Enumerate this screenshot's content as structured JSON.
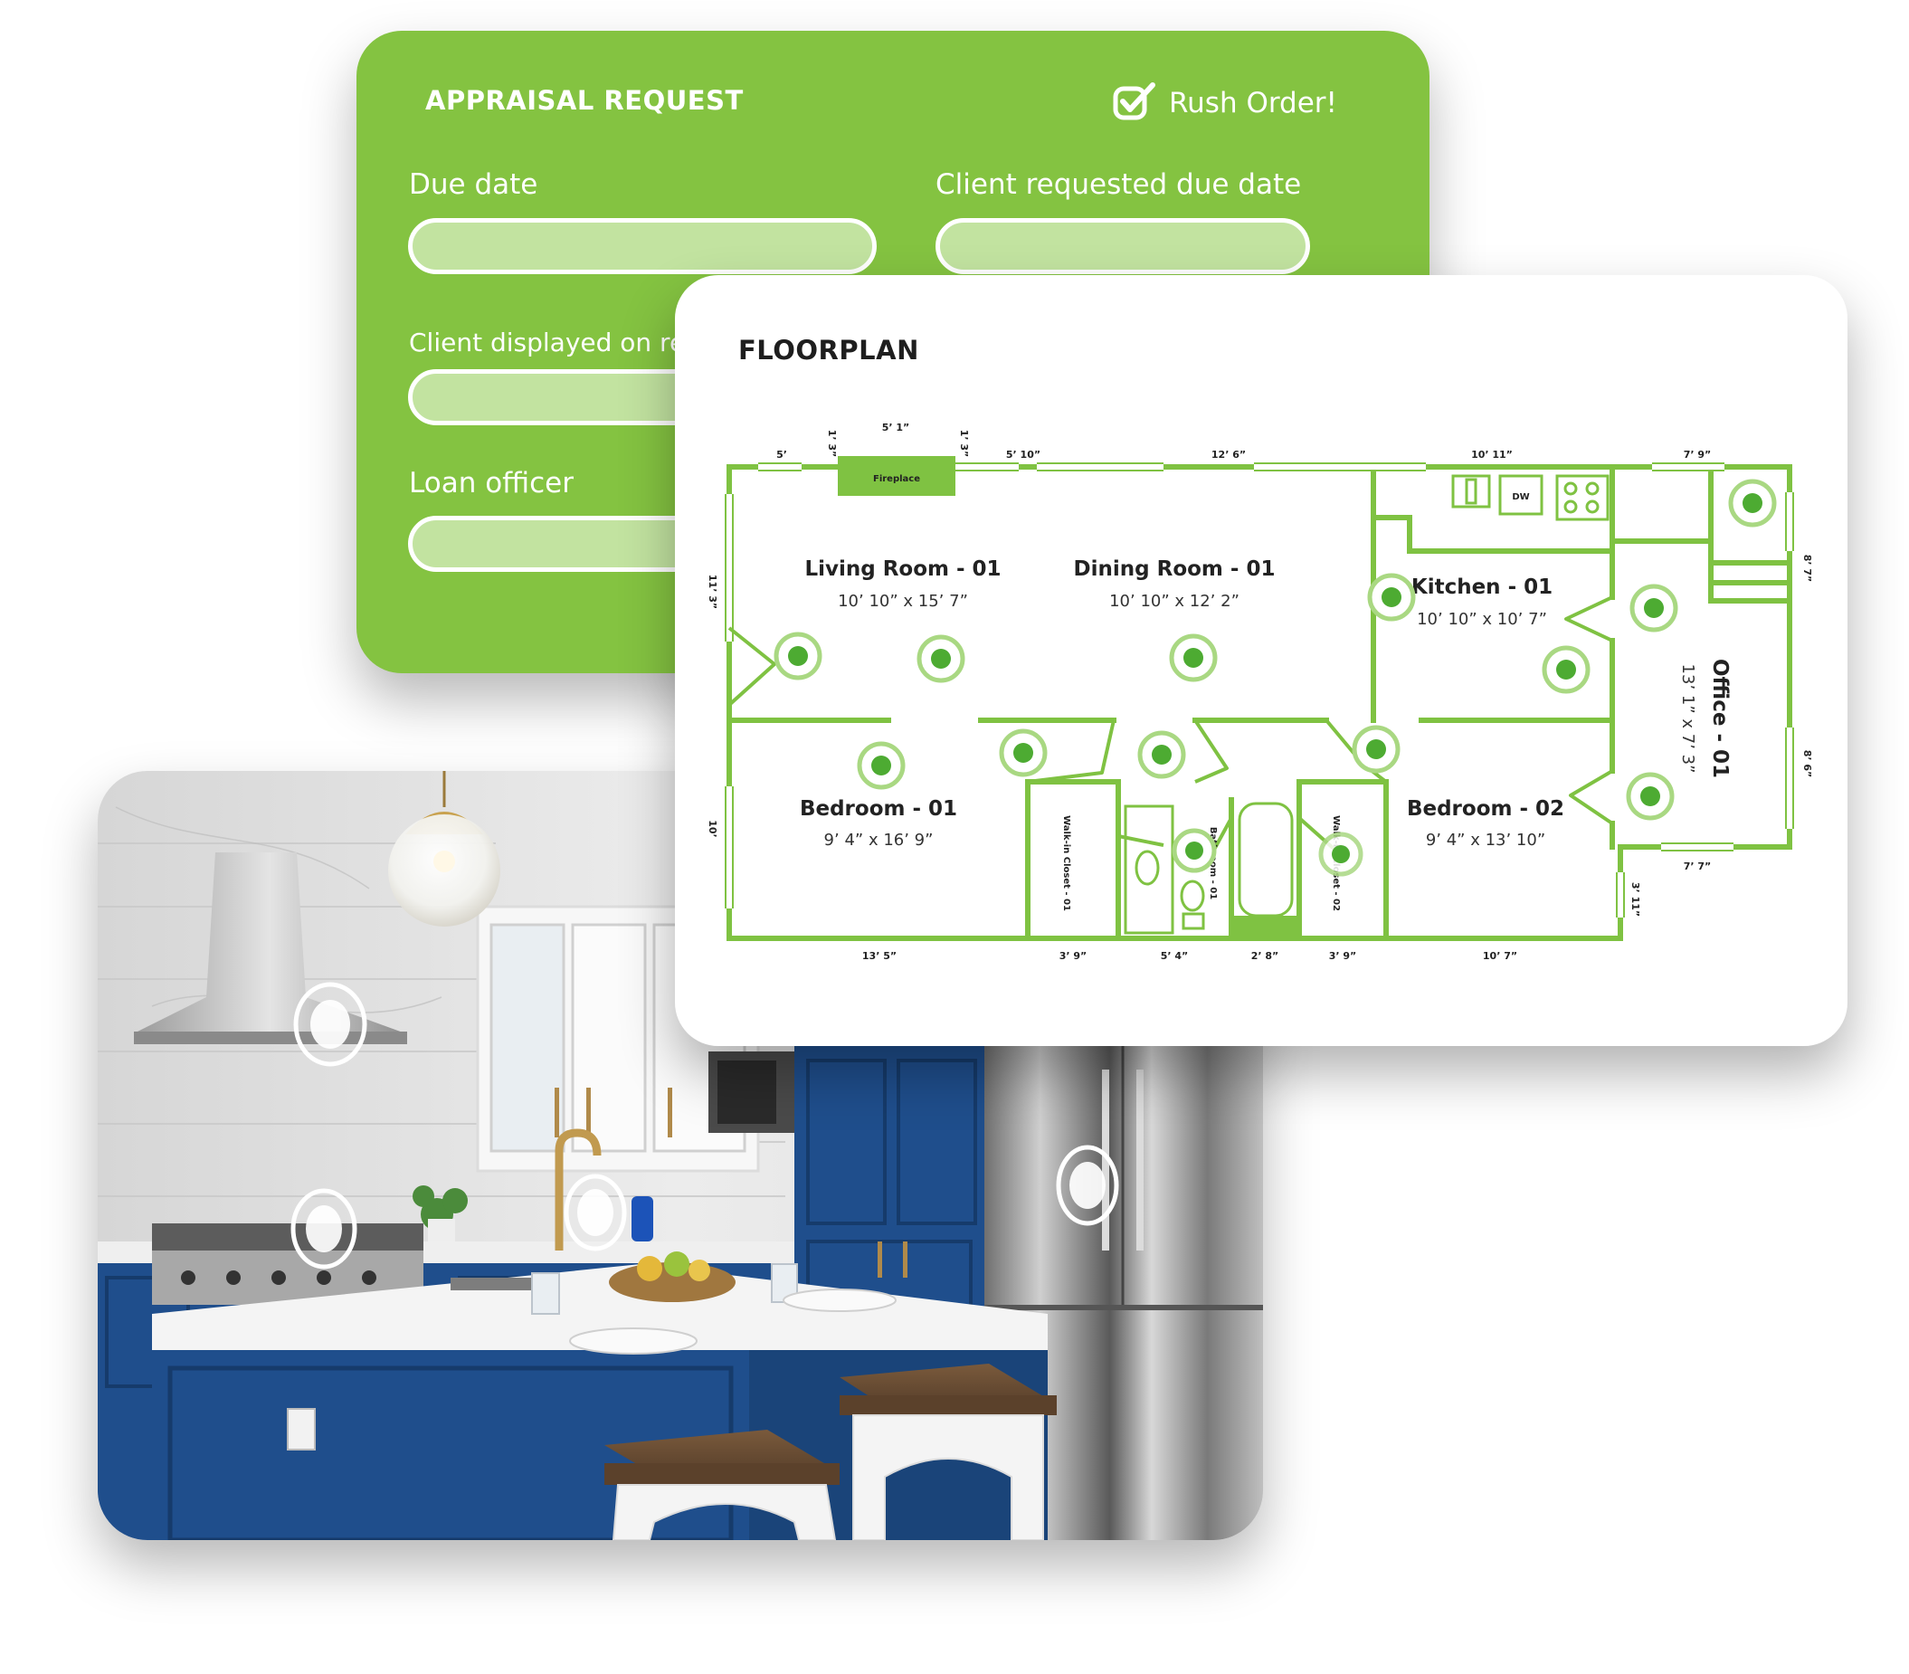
{
  "appraisal": {
    "title": "APPRAISAL REQUEST",
    "rush_label": "Rush Order!",
    "fields": {
      "due_date": "Due date",
      "client_requested_due_date": "Client requested due date",
      "client_displayed": "Client displayed on repo",
      "loan_officer": "Loan officer"
    }
  },
  "floorplan": {
    "title": "FLOORPLAN",
    "rooms": {
      "living": {
        "name": "Living Room - 01",
        "dims": "10’ 10” x 15’ 7”"
      },
      "dining": {
        "name": "Dining Room - 01",
        "dims": "10’ 10” x 12’ 2”"
      },
      "kitchen": {
        "name": "Kitchen - 01",
        "dims": "10’ 10” x 10’ 7”"
      },
      "office": {
        "name": "Office - 01",
        "dims": "13’ 1” x 7’ 3”"
      },
      "bedroom1": {
        "name": "Bedroom - 01",
        "dims": "9’ 4” x 16’ 9”"
      },
      "bedroom2": {
        "name": "Bedroom - 02",
        "dims": "9’ 4” x 13’ 10”"
      },
      "closet1": {
        "name": "Walk-in Closet - 01"
      },
      "closet2": {
        "name": "Walk-in Closet - 02"
      },
      "bathroom": {
        "name": "Bathroom - 01"
      }
    },
    "fixtures": {
      "fireplace": "Fireplace",
      "dishwasher": "DW"
    },
    "dimensions": {
      "top_5_1": "5’ 1”",
      "top_1_3_left": "1’ 3”",
      "top_1_3_right": "1’ 3”",
      "top_5": "5’",
      "top_5_10": "5’ 10”",
      "top_12_6": "12’ 6”",
      "top_10_11": "10’ 11”",
      "top_7_9": "7’ 9”",
      "left_11_3": "11’ 3”",
      "left_10": "10’",
      "right_8_7": "8’ 7”",
      "right_8_6": "8’ 6”",
      "office_7_7": "7’ 7”",
      "right_3_11": "3’ 11”",
      "bottom_13_5": "13’ 5”",
      "bottom_3_9_left": "3’ 9”",
      "bottom_5_4": "5’ 4”",
      "bottom_2_8": "2’ 8”",
      "bottom_3_9_right": "3’ 9”",
      "bottom_10_7": "10’ 7”"
    }
  },
  "colors": {
    "brand_green": "#84c341",
    "plan_green": "#7fc242",
    "marker_green": "#4dab32",
    "input_fill": "#c2e3a0",
    "cabinet_blue": "#1f4e8c"
  }
}
